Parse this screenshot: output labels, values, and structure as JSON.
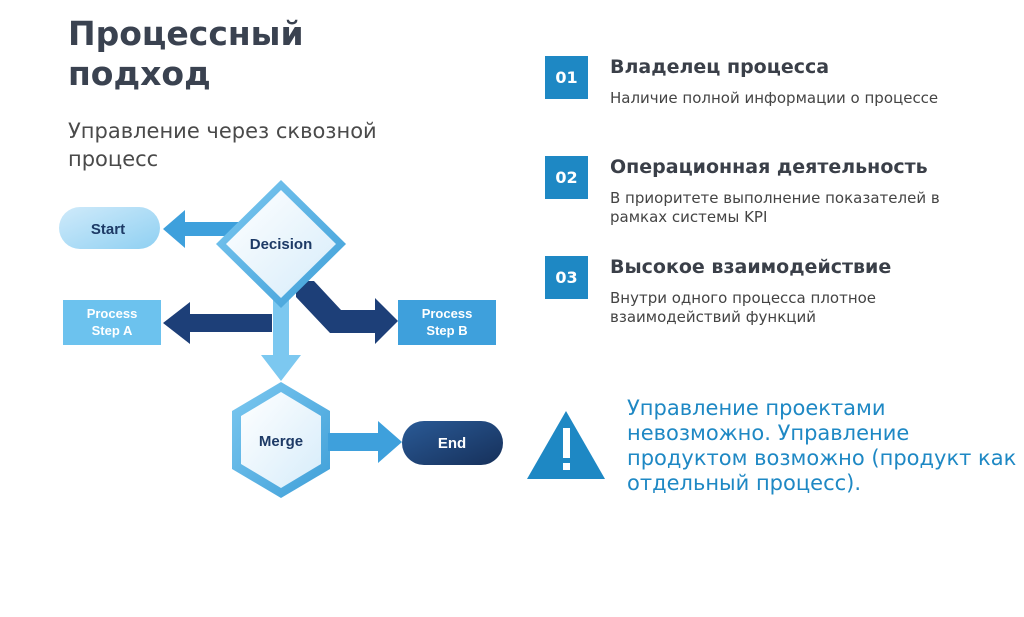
{
  "title": "Процессный подход",
  "subtitle": "Управление через сквозной процесс",
  "diagram": {
    "start": "Start",
    "decision": "Decision",
    "process_a": "Process Step A",
    "process_b": "Process Step B",
    "merge": "Merge",
    "end": "End"
  },
  "items": [
    {
      "number": "01",
      "title": "Владелец процесса",
      "description": "Наличие полной информации о процессе"
    },
    {
      "number": "02",
      "title": "Операционная деятельность",
      "description": "В приоритете выполнение показателей в рамках системы KPI"
    },
    {
      "number": "03",
      "title": "Высокое взаимодействие",
      "description": "Внутри одного процесса плотное взаимодействий функций"
    }
  ],
  "note": "Управление проектами невозможно. Управление продуктом возможно (продукт как отдельный процесс).",
  "colors": {
    "accent": "#1e88c4",
    "dark_blue": "#1d3a66",
    "light_blue": "#5ab4e6",
    "title": "#3a4250"
  },
  "icons": {
    "warning": "warning-icon"
  }
}
